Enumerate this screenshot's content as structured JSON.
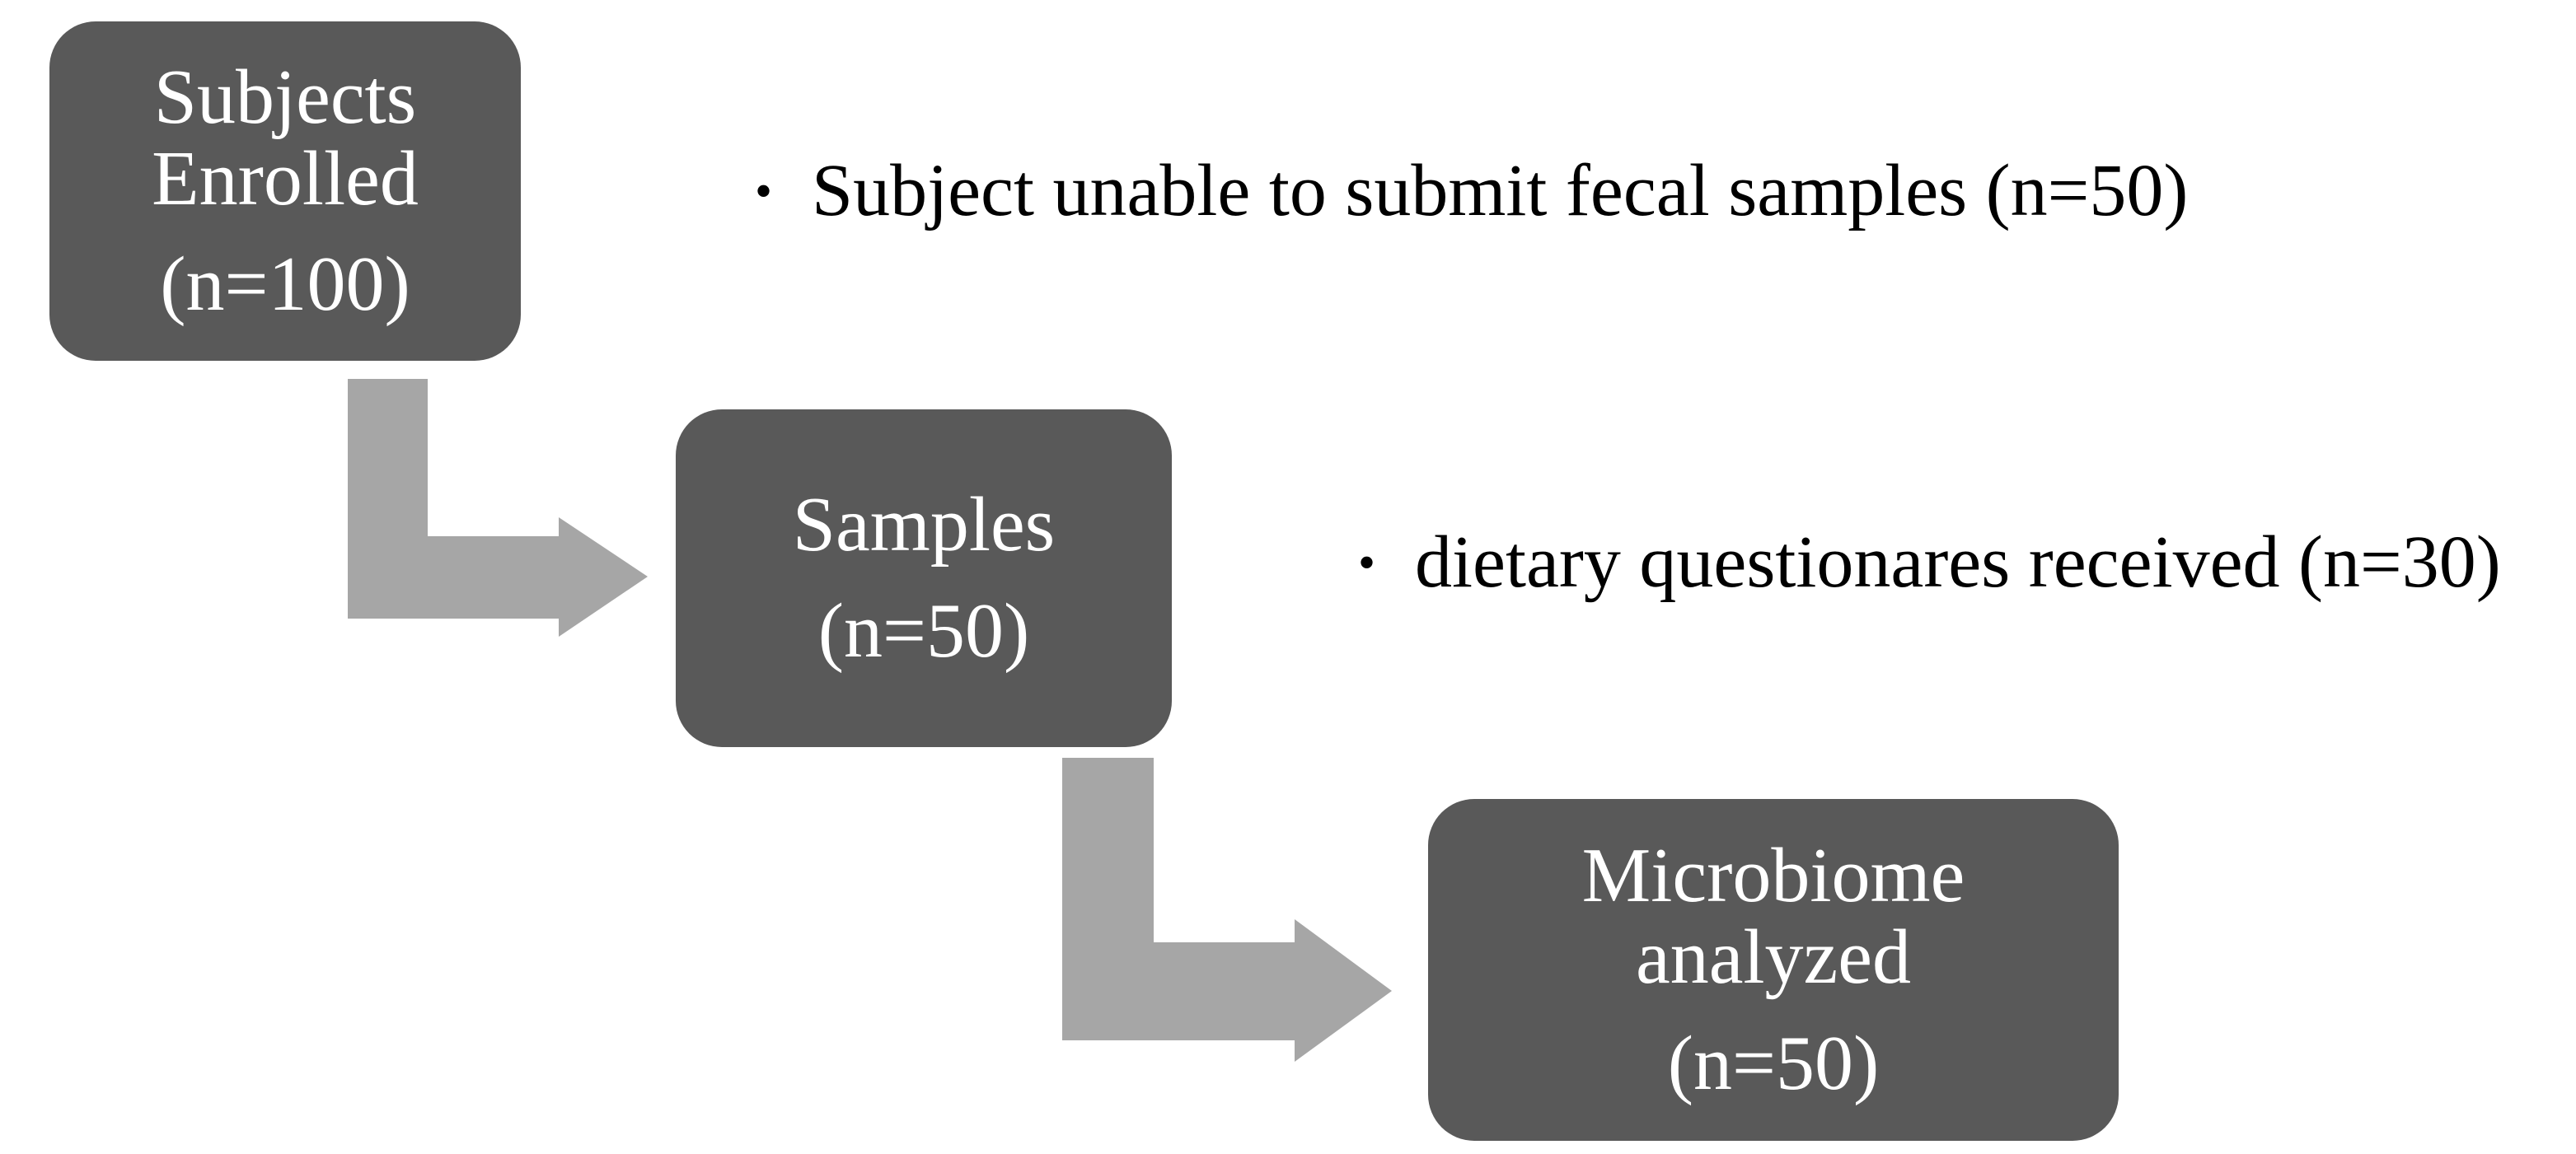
{
  "figure": {
    "type": "flow-diagram",
    "background": "#ffffff"
  },
  "colors": {
    "box_fill": "#595959",
    "box_text": "#ffffff",
    "arrow_fill": "#a6a6a6",
    "bullet_text": "#000000"
  },
  "boxes": [
    {
      "name": "subjects-enrolled",
      "lines": [
        "Subjects",
        "Enrolled"
      ],
      "count": "(n=100)"
    },
    {
      "name": "samples",
      "lines": [
        "Samples"
      ],
      "count": "(n=50)"
    },
    {
      "name": "microbiome-analyzed",
      "lines": [
        "Microbiome",
        "analyzed"
      ],
      "count": "(n=50)"
    }
  ],
  "bullets": [
    {
      "marker": "•",
      "text": "Subject unable to submit fecal samples (n=50)"
    },
    {
      "marker": "•",
      "text": "dietary questionares received (n=30)"
    }
  ]
}
